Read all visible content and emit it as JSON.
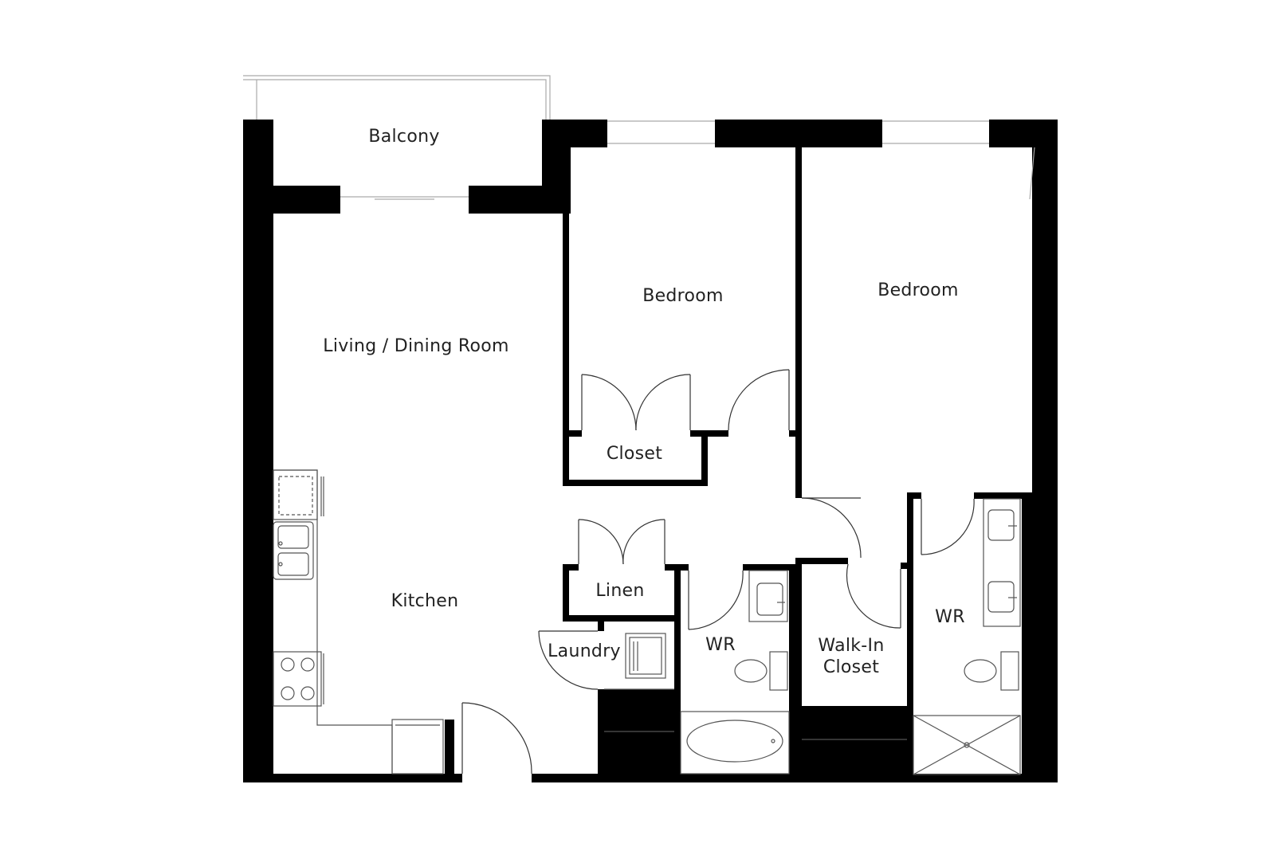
{
  "rooms": {
    "balcony": "Balcony",
    "living_dining": "Living / Dining Room",
    "bedroom_1": "Bedroom",
    "bedroom_2": "Bedroom",
    "closet": "Closet",
    "kitchen": "Kitchen",
    "linen": "Linen",
    "laundry": "Laundry",
    "wr_1": "WR",
    "walk_in_closet_line1": "Walk-In",
    "walk_in_closet_line2": "Closet",
    "wr_2": "WR"
  },
  "colors": {
    "wall": "#000000",
    "background": "#ffffff",
    "label": "#222222"
  }
}
